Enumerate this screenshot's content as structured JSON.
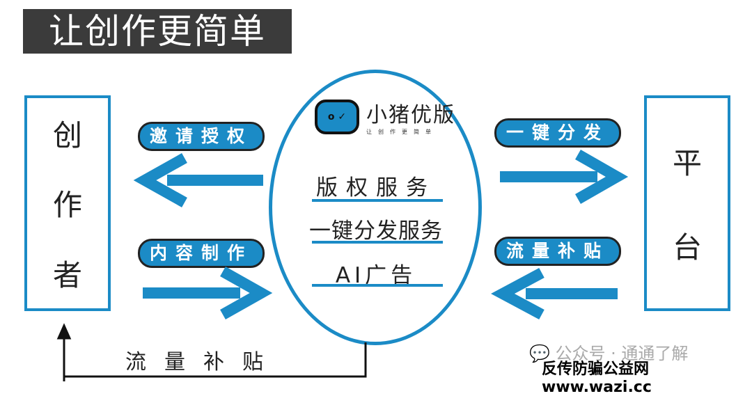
{
  "title": "让创作更简单",
  "creator": [
    "创",
    "作",
    "者"
  ],
  "platform": [
    "平",
    "台"
  ],
  "logo": {
    "name": "小猪优版",
    "slogan": "让创作更简单"
  },
  "services": [
    "版权服务",
    "一键分发服务",
    "AI广告"
  ],
  "pills": {
    "invite": "邀请授权",
    "content": "内容制作",
    "distribute": "一键分发",
    "traffic": "流量补贴"
  },
  "bottom_label": "流量补贴",
  "watermark": {
    "wechat": "公众号 · 通通了解",
    "site": "反传防骗公益网 www.wazi.cc"
  },
  "colors": {
    "accent": "#1b8bc6"
  }
}
